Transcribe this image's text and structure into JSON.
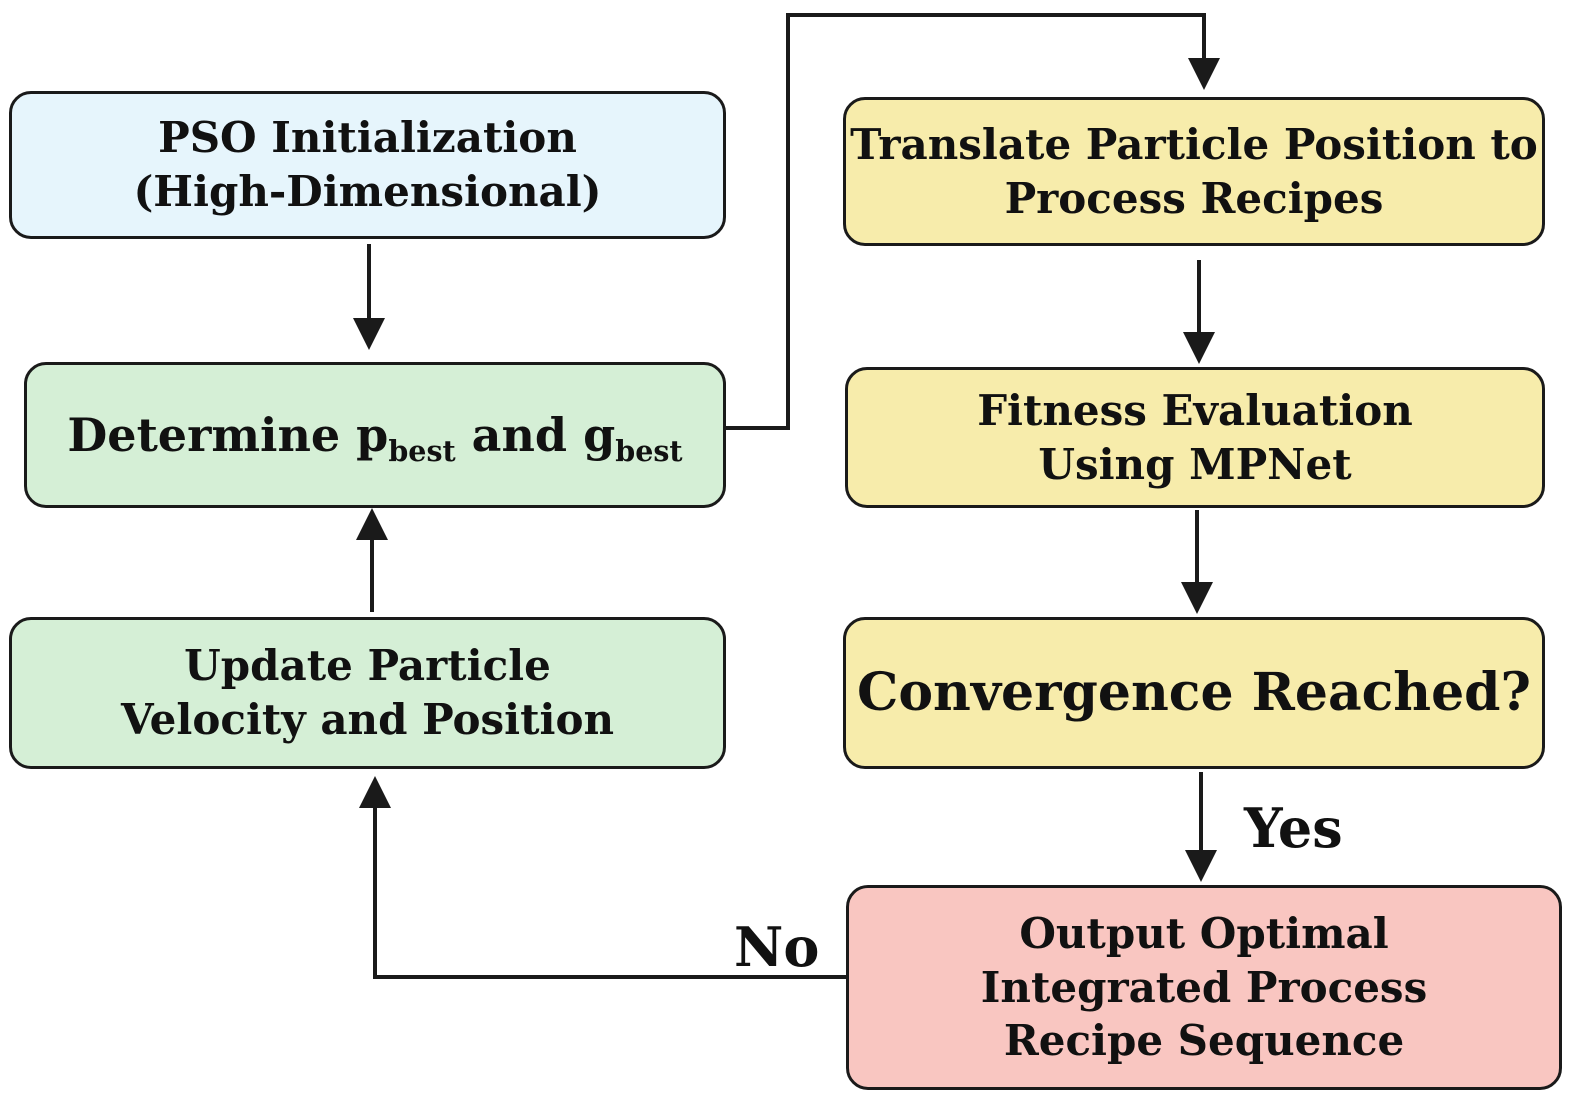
{
  "nodes": {
    "init": {
      "lines": [
        "PSO Initialization",
        "(High-Dimensional)"
      ],
      "fill": "#e6f5fc"
    },
    "best": {
      "pre": "Determine p",
      "sub1": "best",
      "mid": " and g",
      "sub2": "best",
      "fill": "#d5efd6"
    },
    "update": {
      "lines": [
        "Update Particle",
        "Velocity and Position"
      ],
      "fill": "#d5efd6"
    },
    "translate": {
      "lines": [
        "Translate Particle Position to",
        "Process Recipes"
      ],
      "fill": "#f7ecab"
    },
    "fitness": {
      "lines": [
        "Fitness Evaluation",
        "Using MPNet"
      ],
      "fill": "#f7ecab"
    },
    "converge": {
      "lines": [
        "Convergence Reached?"
      ],
      "fill": "#f7ecab"
    },
    "output": {
      "lines": [
        "Output Optimal",
        "Integrated Process",
        "Recipe Sequence"
      ],
      "fill": "#f9c6c1"
    }
  },
  "edges": {
    "yes_label": "Yes",
    "no_label": "No"
  }
}
